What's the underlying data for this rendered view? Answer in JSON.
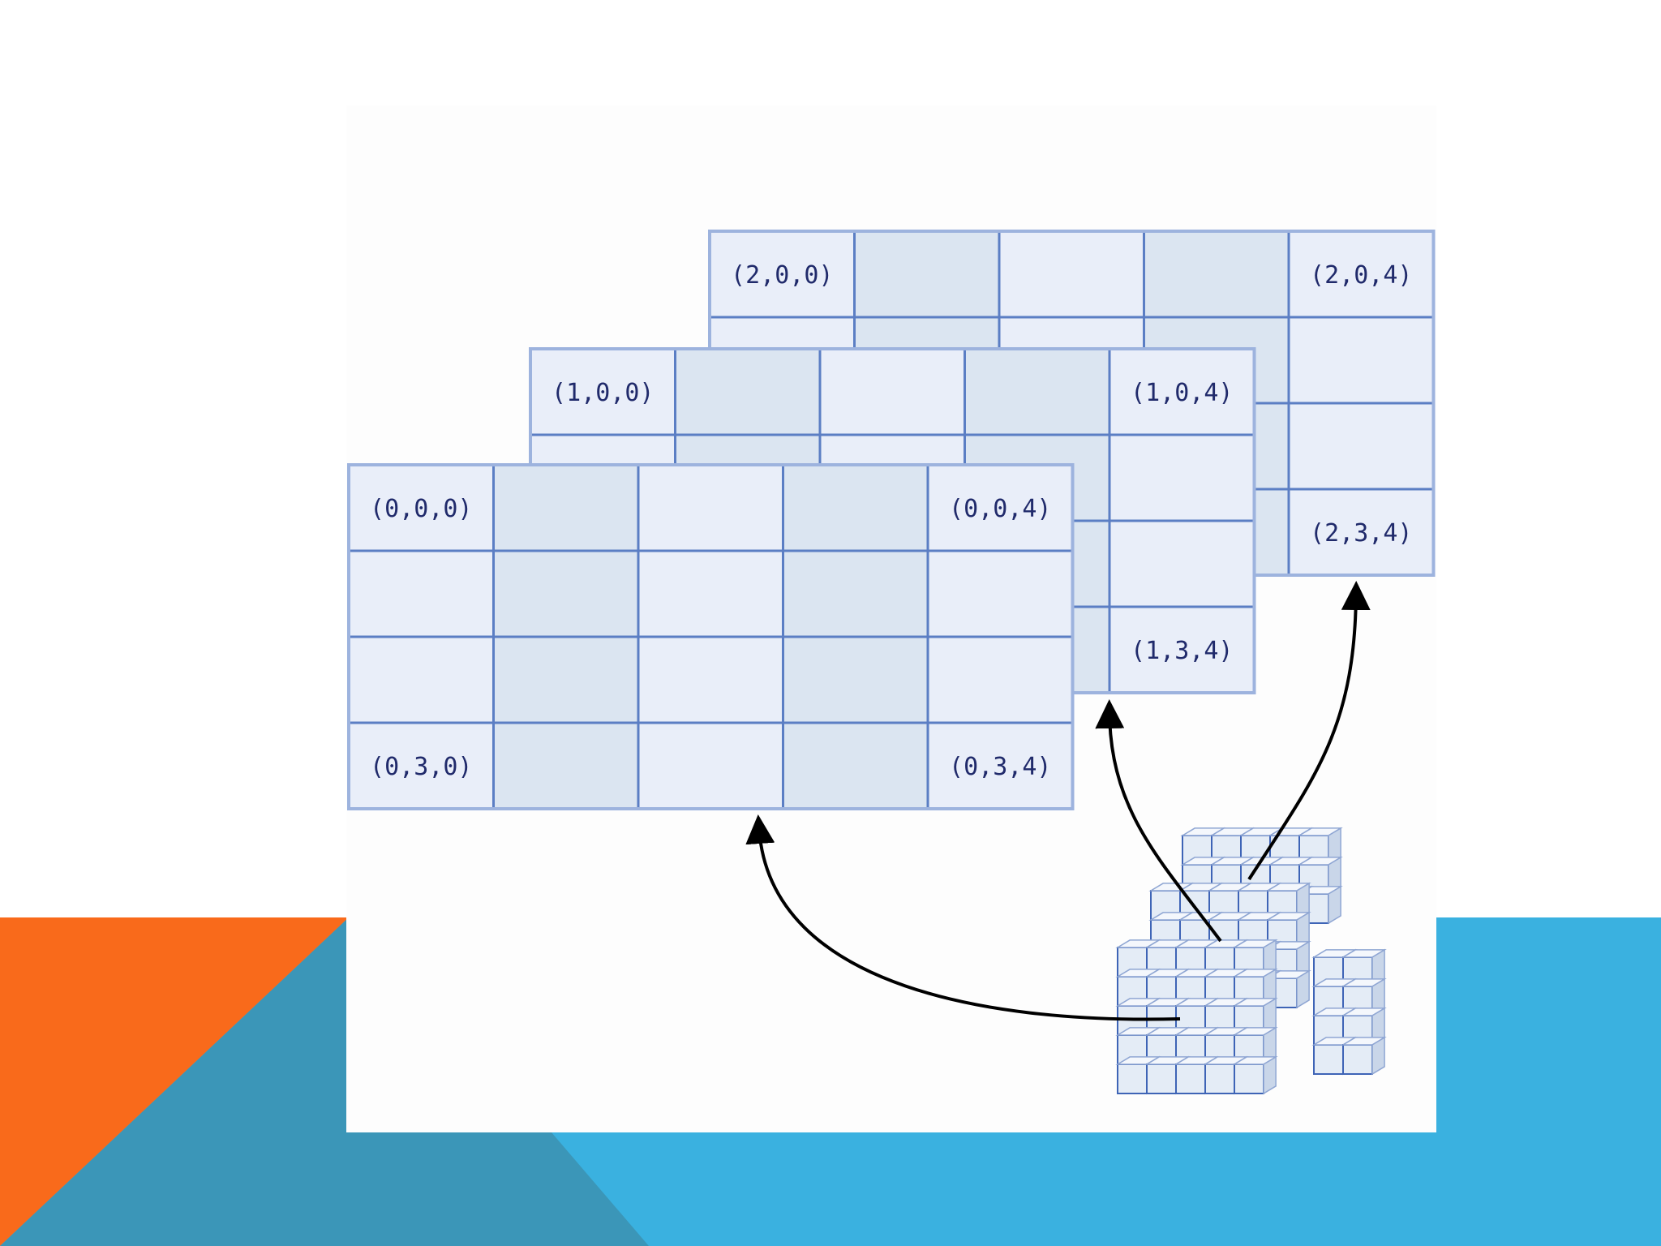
{
  "slide": {
    "colors": {
      "orange": "#f96a1b",
      "blue": "#3ab1e0",
      "teal": "#3b96b8",
      "grid_line": "#5b7ec4",
      "cell_light": "#e9eef9",
      "cell_shaded": "#dbe5f1",
      "label_text": "#202a6b"
    }
  },
  "array_diagram": {
    "layers": [
      {
        "index": 2,
        "labels": {
          "top_left": "(2,0,0)",
          "top_right": "(2,0,4)",
          "bottom_right": "(2,3,4)"
        }
      },
      {
        "index": 1,
        "labels": {
          "top_left": "(1,0,0)",
          "top_right": "(1,0,4)",
          "bottom_right": "(1,3,4)"
        }
      },
      {
        "index": 0,
        "labels": {
          "top_left": "(0,0,0)",
          "top_right": "(0,0,4)",
          "bottom_left": "(0,3,0)",
          "bottom_right": "(0,3,4)"
        }
      }
    ],
    "shape": {
      "layers": 3,
      "rows": 4,
      "columns": 5
    }
  }
}
